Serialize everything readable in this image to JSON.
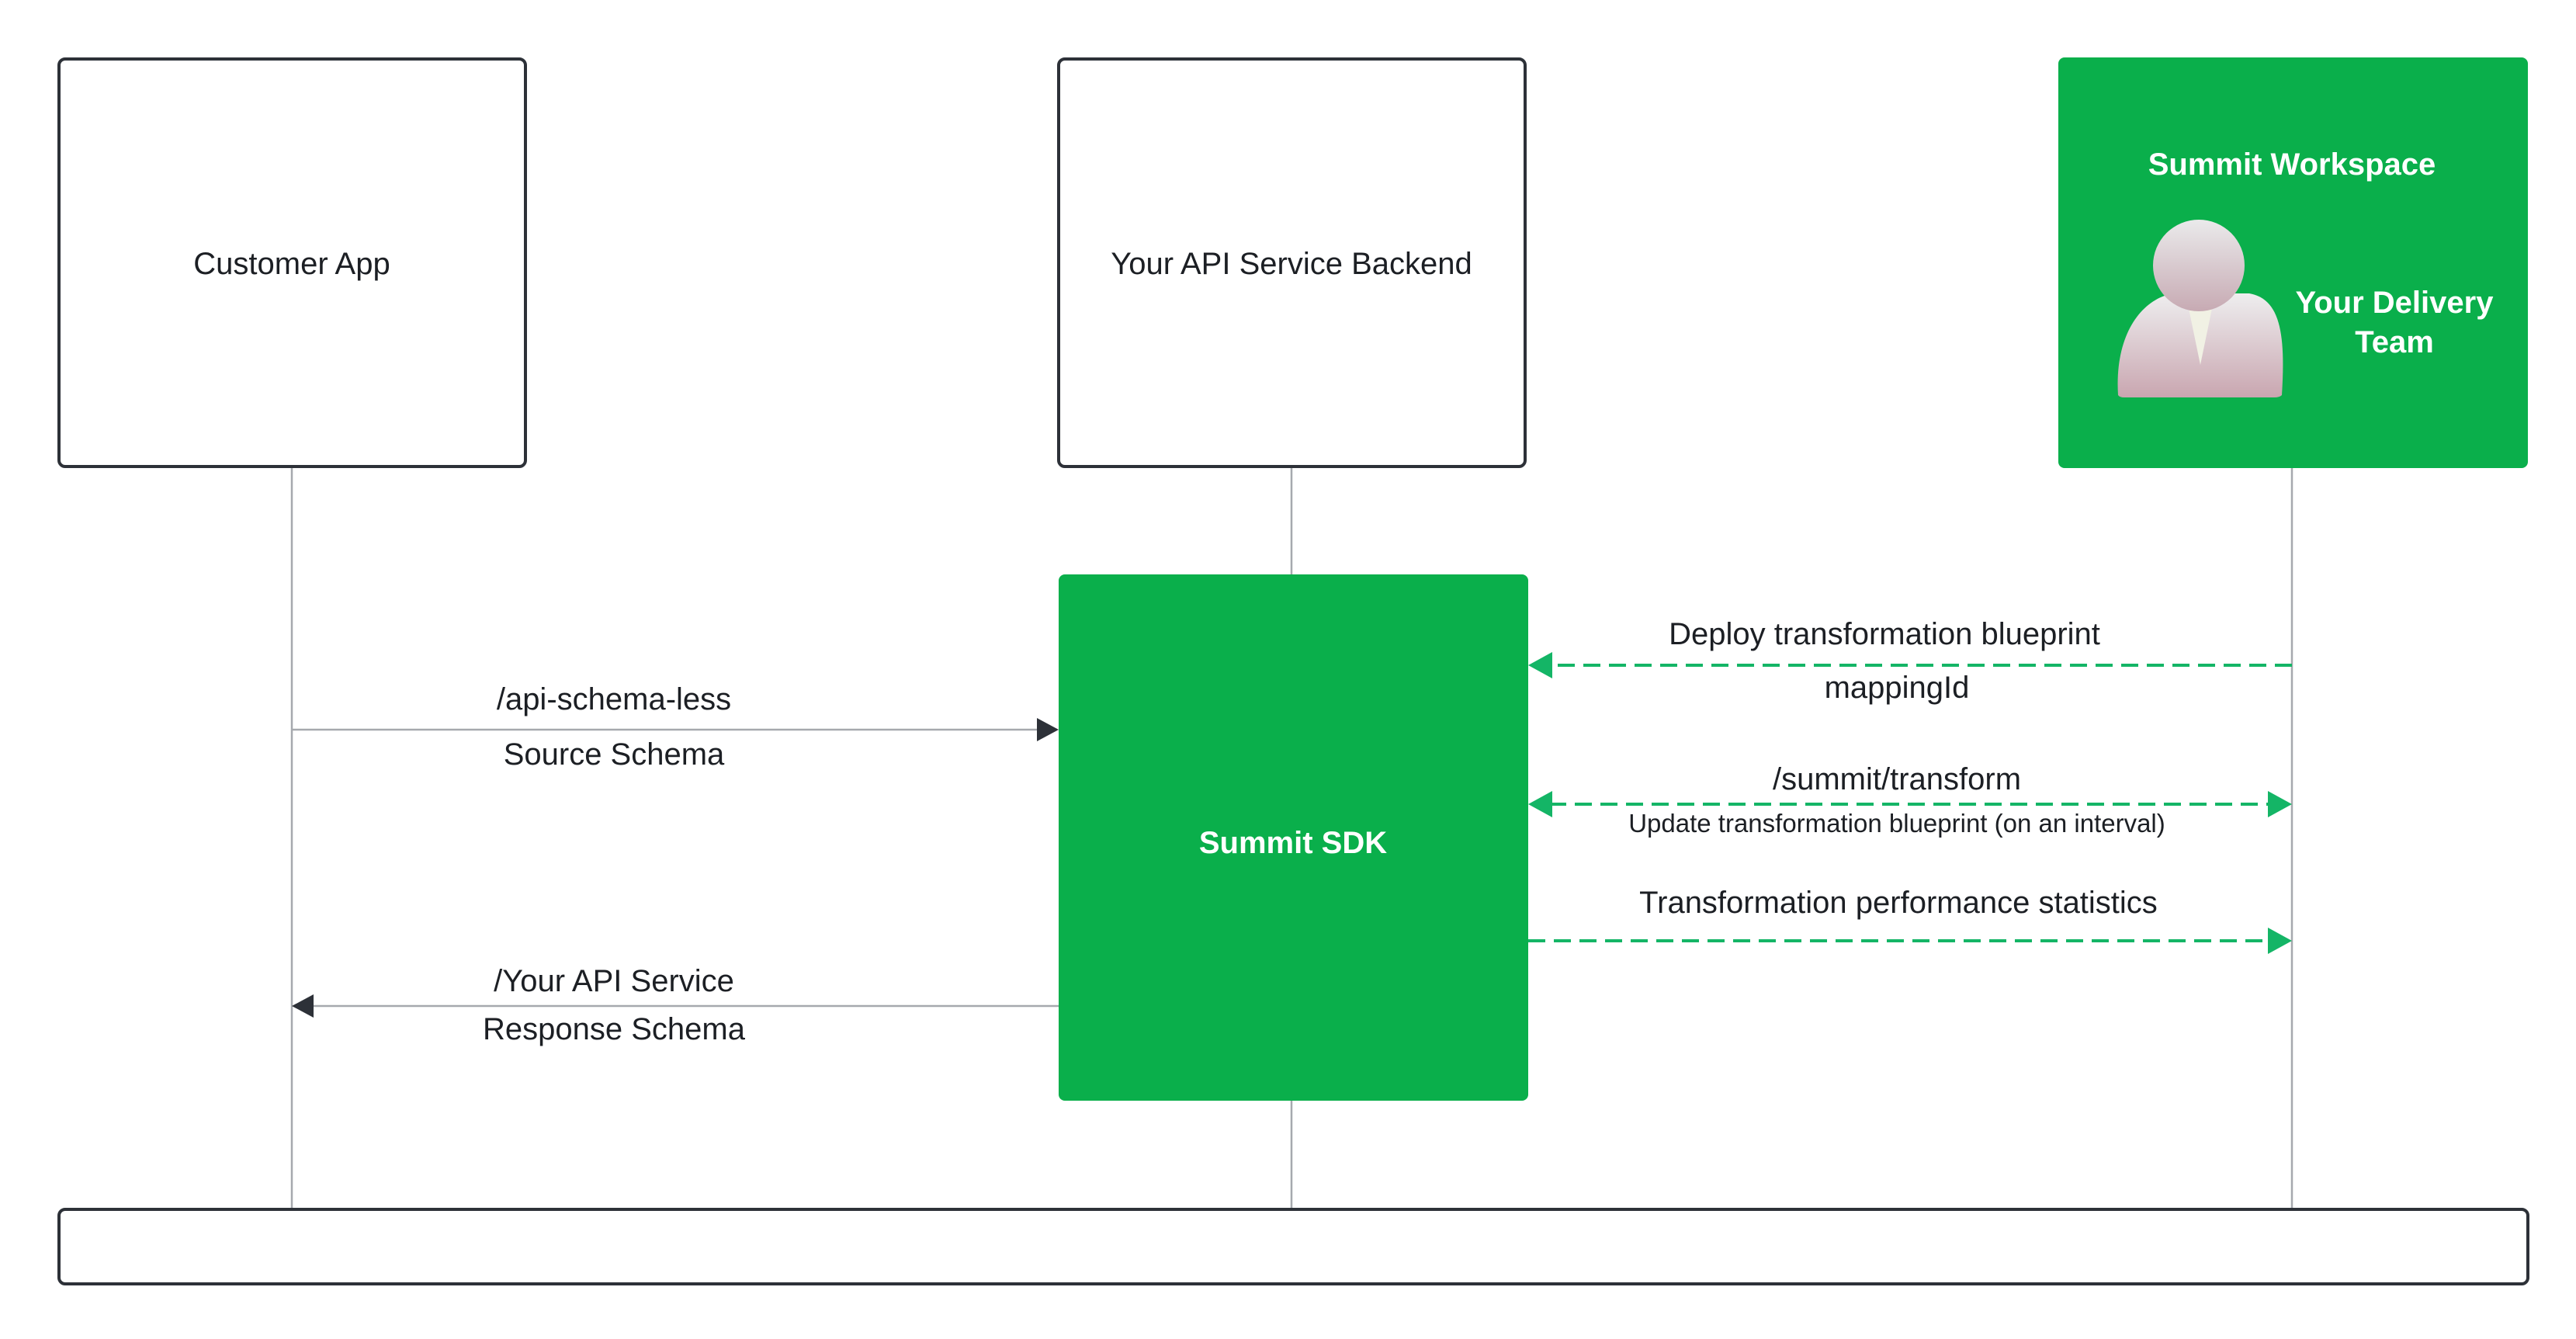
{
  "participants": {
    "customer_app": "Customer App",
    "api_backend": "Your API Service Backend",
    "workspace_title": "Summit Workspace",
    "delivery_team_line1": "Your Delivery",
    "delivery_team_line2": "Team",
    "sdk": "Summit SDK"
  },
  "messages": {
    "request_path": "/api-schema-less",
    "request_schema": "Source Schema",
    "response_path": "/Your API Service",
    "response_schema": "Response Schema",
    "deploy": "Deploy transformation blueprint",
    "mapping_id": "mappingId",
    "transform_path": "/summit/transform",
    "update_blueprint": "Update transformation blueprint (on an interval)",
    "stats": "Transformation performance statistics"
  },
  "colors": {
    "accent_green": "#0aaf4b",
    "dashed_arrow": "#14b566",
    "border": "#2d3138",
    "lifeline": "#a6a9ae"
  }
}
